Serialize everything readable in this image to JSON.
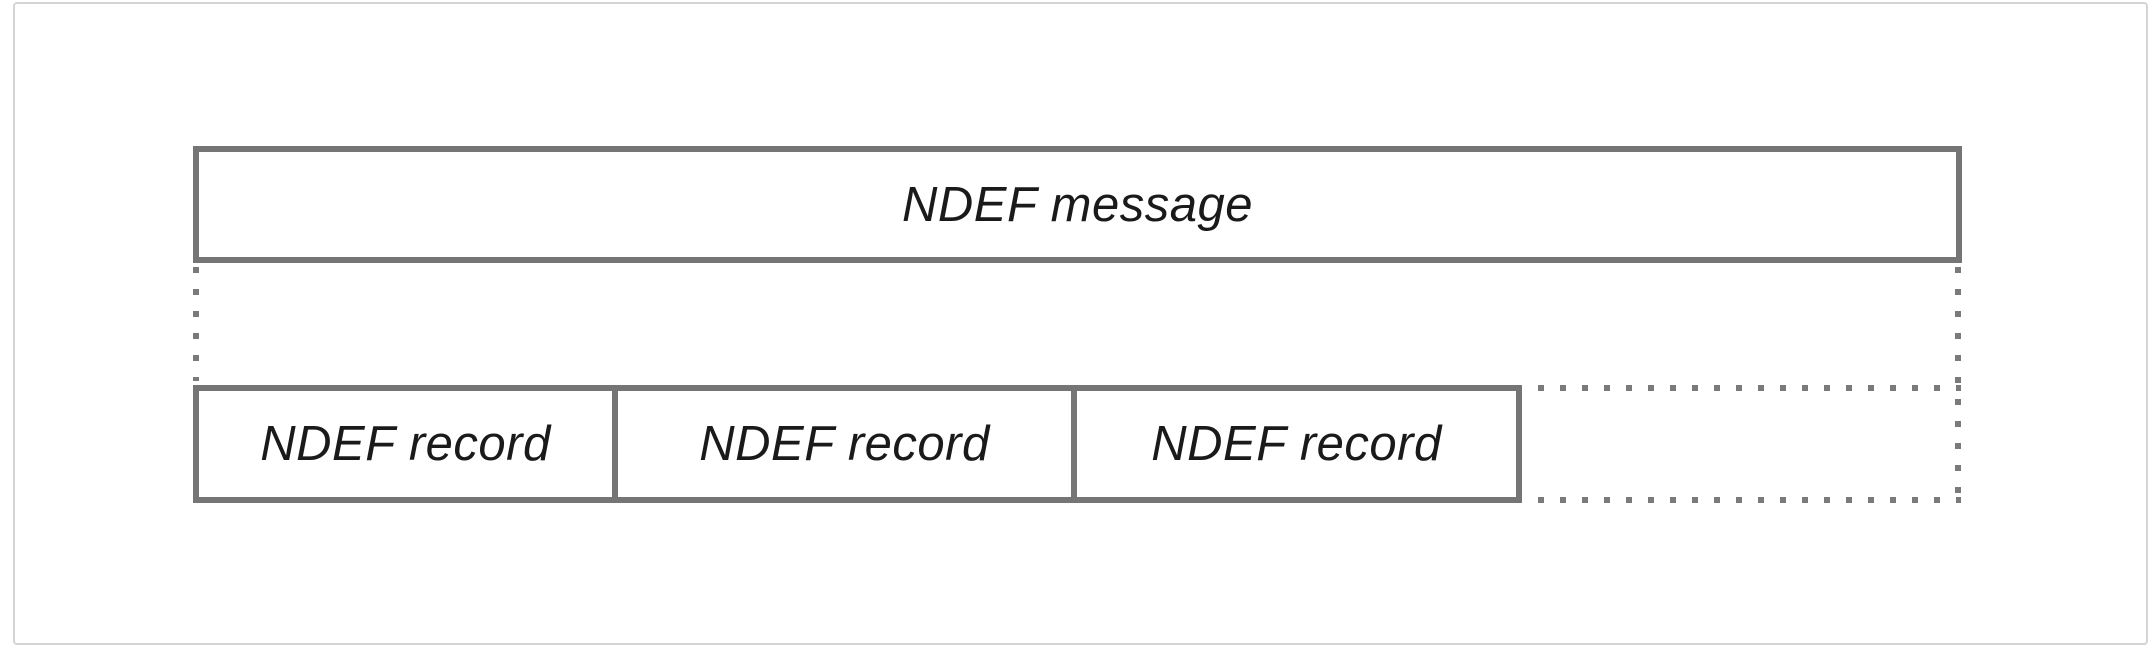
{
  "diagram": {
    "message_box": {
      "label": "NDEF message"
    },
    "record_boxes": [
      {
        "label": "NDEF record"
      },
      {
        "label": "NDEF record"
      },
      {
        "label": "NDEF record"
      }
    ],
    "colors": {
      "box_border": "#757575",
      "dotted_line": "#7a7a7a",
      "text": "#1a1a1a",
      "frame_border": "#d4d4d4",
      "canvas_bg": "#ffffff"
    }
  }
}
